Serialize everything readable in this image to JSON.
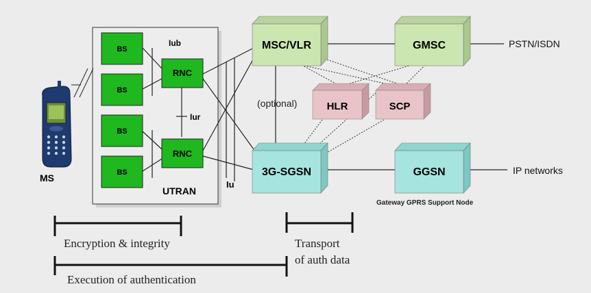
{
  "ms": {
    "label": "MS"
  },
  "utran": {
    "label": "UTRAN",
    "bs": [
      "BS",
      "BS",
      "BS",
      "BS"
    ],
    "rnc": [
      "RNC",
      "RNC"
    ],
    "iub": "Iub",
    "iur": "Iur",
    "iu": "Iu"
  },
  "core": {
    "msc_vlr": "MSC/VLR",
    "gmsc": "GMSC",
    "hlr": "HLR",
    "scp": "SCP",
    "sgsn": "3G-SGSN",
    "ggsn": "GGSN",
    "optional": "(optional)",
    "ggsn_caption": "Gateway GPRS Support Node"
  },
  "external": {
    "pstn": "PSTN/ISDN",
    "ip": "IP networks"
  },
  "ranges": {
    "encryption": "Encryption & integrity",
    "transport_line1": "Transport",
    "transport_line2": "of auth data",
    "execution": "Execution of authentication"
  },
  "colors": {
    "bs_fill": "#1fb81f",
    "green_box": "#cce6b2",
    "green_box_side": "#a9c98c",
    "pink_box": "#e8c4c9",
    "pink_box_side": "#c79aa2",
    "cyan_box": "#a6e4df",
    "cyan_box_side": "#7cc8c2"
  }
}
